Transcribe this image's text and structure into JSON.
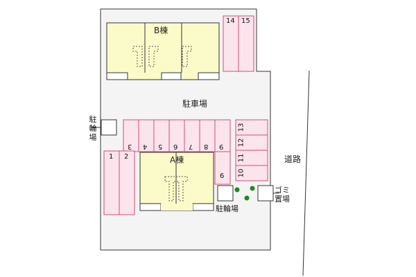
{
  "labels": {
    "building_b": "B棟",
    "building_a": "A棟",
    "parking": "駐車場",
    "road": "道路",
    "bike_left": "駐\n輪\n場",
    "bike_right": "駐輪場",
    "garbage": "ゴミ\n置場"
  },
  "parking_numbers": {
    "top_right": [
      "14",
      "15"
    ],
    "middle_row": [
      "3",
      "4",
      "5",
      "6",
      "7",
      "8",
      "9"
    ],
    "left_pair": [
      "1",
      "2"
    ],
    "single": "6",
    "right_stack": [
      "13",
      "12",
      "11",
      "10"
    ]
  },
  "colors": {
    "building_fill": "#fbfbc9",
    "parking_fill": "#fce4ec",
    "parking_stroke": "#d24b77",
    "lot_fill": "#f4f4f4",
    "outline": "#333333",
    "tree_green": "#1d8a1d"
  }
}
